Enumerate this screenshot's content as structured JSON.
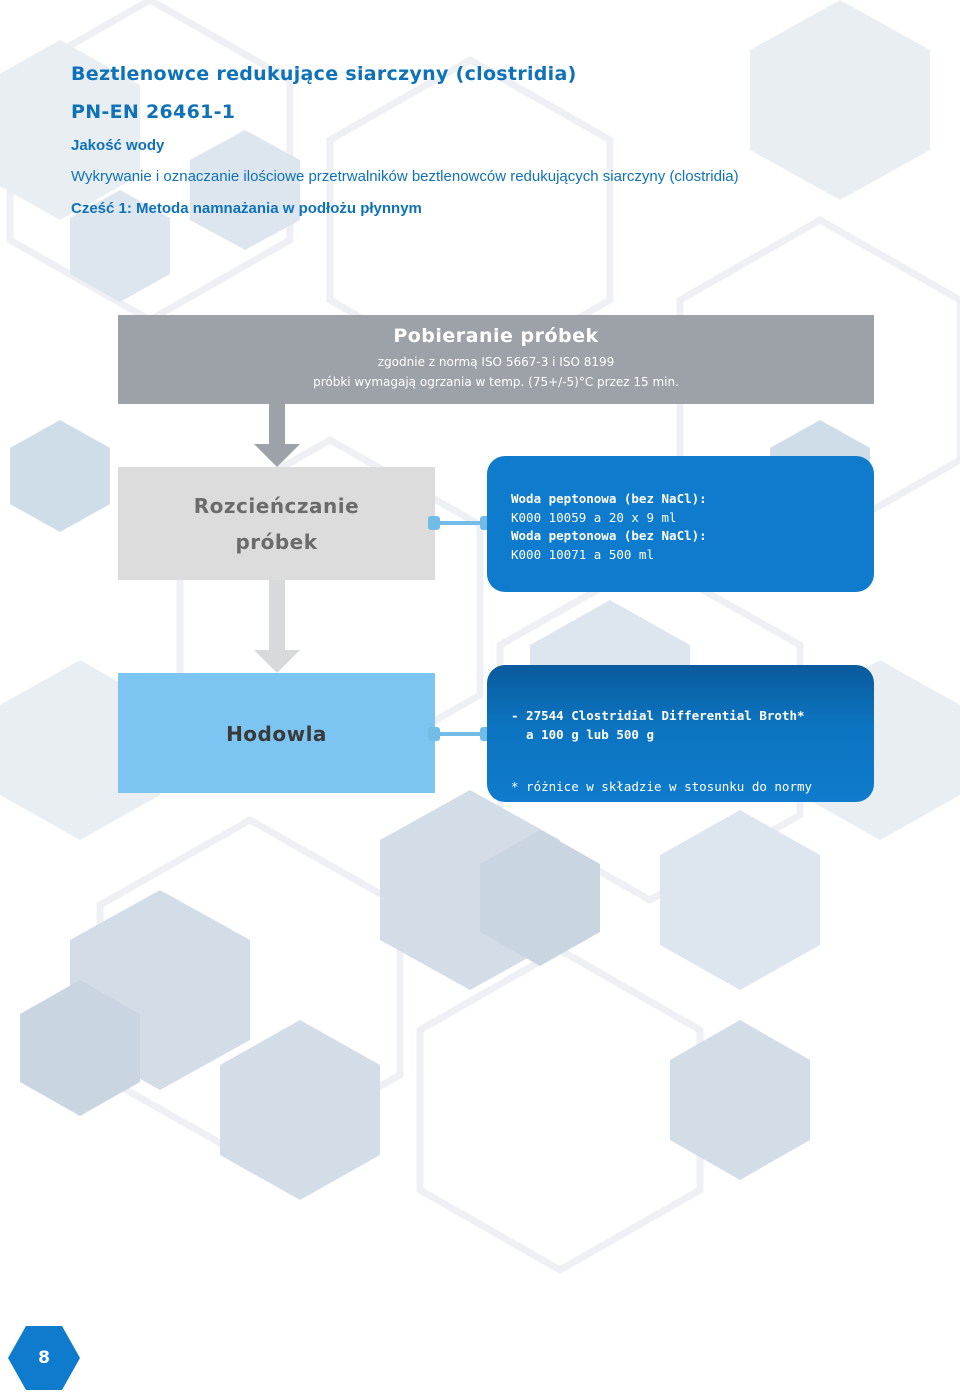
{
  "header": {
    "title": "Beztlenowce redukujące siarczyny (clostridia)",
    "norm": "PN-EN 26461-1",
    "subtitle": "Jakość wody",
    "description": "Wykrywanie i oznaczanie ilościowe przetrwalników beztlenowców redukujących siarczyny (clostridia)",
    "part": "Cześć 1: Metoda namnażania w podłożu płynnym"
  },
  "flow": {
    "sampling": {
      "title": "Pobieranie próbek",
      "line1": "zgodnie z normą ISO 5667-3 i ISO 8199",
      "line2": "próbki wymagają ogrzania w temp. (75+/-5)°C przez 15 min."
    },
    "dilution": {
      "line1": "Rozcieńczanie",
      "line2": "próbek"
    },
    "dilution_info": {
      "line1": "Woda peptonowa (bez NaCl):",
      "line2": "K000 10059 a 20 x 9 ml",
      "line3": "Woda peptonowa (bez NaCl):",
      "line4": "K000 10071 a 500 ml"
    },
    "culture": {
      "label": "Hodowla"
    },
    "culture_info": {
      "line1": "- 27544 Clostridial Differential Broth*",
      "line2": "  a 100 g lub 500 g",
      "note": "* różnice w składzie w stosunku do normy"
    }
  },
  "footer": {
    "page_number": "8"
  },
  "colors": {
    "heading": "#0f72b8",
    "sampling_box": "#9da2a8",
    "dilution_box": "#dcdcdc",
    "info_box": "#0e7bcc",
    "culture_box": "#7cc4f2",
    "connector": "#71bde8",
    "page_badge": "#0e7bcc"
  }
}
